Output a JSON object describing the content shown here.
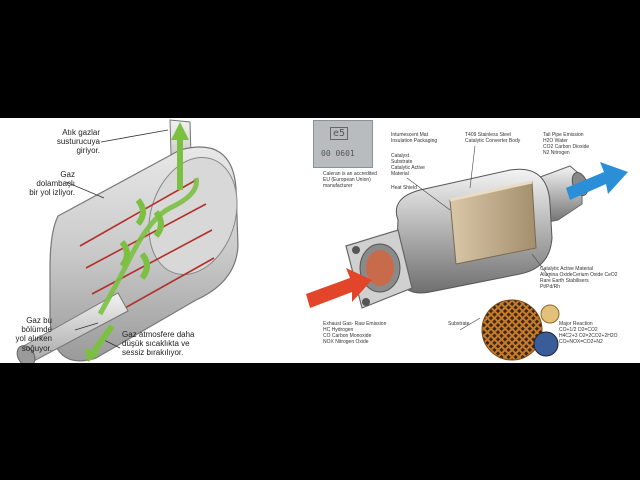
{
  "muffler": {
    "labels": {
      "exit": "Atık gazlar\nsusturucuya\ngiriyor.",
      "path": "Gaz\ndolambaçlı\nbir yol izliyor.",
      "cooling": "Gaz bu\nbölümde\nyol alırken\nsoğuyor.",
      "release": "Gaz atmosfere daha\ndüşük sıcaklıkta ve\nsessiz bırakılıyor."
    }
  },
  "converter": {
    "stamp": {
      "symbol": "e5",
      "code": "00 0601"
    },
    "labels": {
      "mat": "Intumescent Mat\nInsulation Packaging",
      "body": "T409 Stainless Steel\nCatalytic Converter Body",
      "tailpipe": "Tail Pipe Emission\nH2O      Water\nCO2      Carbon Dioxide\nN2        Nitrogen",
      "catalyst": "Catalyst\nSubstrate\nCatalytic Active\nMaterial",
      "eu": "Caleran is an accredited\nEU (European Union)\nmanufacturer",
      "heatshield": "Heat Shield",
      "active_material": "Catalytic Active Material\nAlumina OxideCerium Oxide CeO2\nRare Earth Stabilisers\nPt/Pd/Rh",
      "exhaust": "Exhaust Gas- Raw Emission\nHC        Hydrogen\nCO        Carbon Monoxide\nNOX      Nitrogen Oxide",
      "substrate": "Substrate",
      "reaction": "Major Reaction\nCO+1/2 O2=CO2\nH4C2+3 O2=2CO2+2H2O\nCO+NOX=CO2+N2"
    }
  },
  "colors": {
    "intake_arrow": "#e2452a",
    "outlet_arrow": "#2a8fd6",
    "flow_arrow": "#7bc043"
  }
}
